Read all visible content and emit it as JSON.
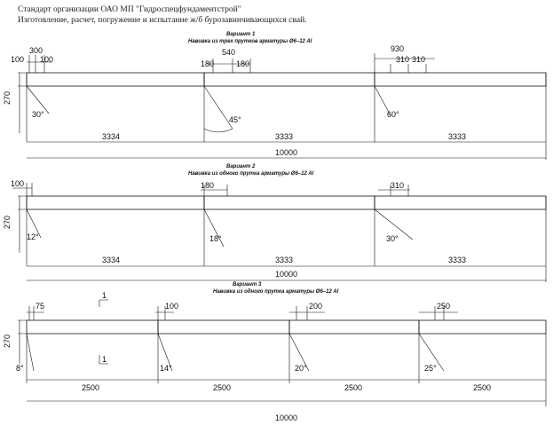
{
  "header": {
    "line1": "Стандарт организации ОАО МП \"Гидроспецфундаментстрой\"",
    "line2": "Изготовление, расчет, погружение и испытание ж/б бурозавинчивающихся свай."
  },
  "variant1": {
    "title": "Вариант 1",
    "subtitle": "Навивка из трех прутков арматуры Ø6–12 AI",
    "dims_top": [
      "100",
      "300",
      "100",
      "540",
      "180",
      "180",
      "930",
      "310",
      "310"
    ],
    "height": "270",
    "angles": [
      "30°",
      "45°",
      "60°"
    ],
    "segments": [
      "3334",
      "3333",
      "3333"
    ],
    "total": "10000"
  },
  "variant2": {
    "title": "Вариант 2",
    "subtitle": "Навивка из одного прутка арматуры Ø6–12 AI",
    "dims_top": [
      "100",
      "180",
      "310"
    ],
    "height": "270",
    "angles": [
      "12°",
      "18°",
      "30°"
    ],
    "segments": [
      "3334",
      "3333",
      "3333"
    ],
    "total": "10000"
  },
  "variant3": {
    "title": "Вариант 3",
    "subtitle": "Навивка из одного прутка арматуры Ø6–12 AI",
    "dims_top": [
      "75",
      "100",
      "200",
      "250"
    ],
    "height": "270",
    "section_mark": "1",
    "angles": [
      "8°",
      "14°",
      "20°",
      "25°"
    ],
    "segments": [
      "2500",
      "2500",
      "2500",
      "2500"
    ],
    "total": "10000"
  }
}
